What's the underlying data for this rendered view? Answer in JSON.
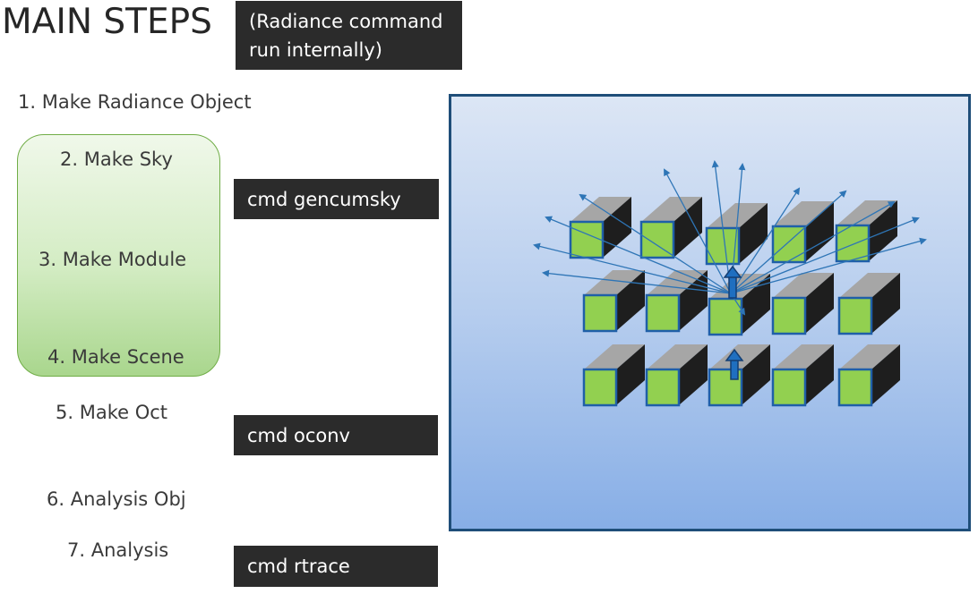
{
  "title": "MAIN STEPS",
  "note": "(Radiance command run internally)",
  "steps": {
    "s1": "1. Make Radiance Object",
    "s2": "2. Make Sky",
    "s3": "3. Make Module",
    "s4": "4. Make Scene",
    "s5": "5. Make Oct",
    "s6": "6. Analysis Obj",
    "s7": "7. Analysis"
  },
  "commands": {
    "gencumsky": "cmd gencumsky",
    "oconv": "cmd oconv",
    "rtrace": "cmd rtrace"
  },
  "colors": {
    "panel_border": "#1f4e79",
    "cube_front": "#92d050",
    "cube_top": "#a6a6a6",
    "cube_side": "#1e1e1e",
    "ray": "#2e75b6",
    "green_group_border": "#70ad47"
  }
}
